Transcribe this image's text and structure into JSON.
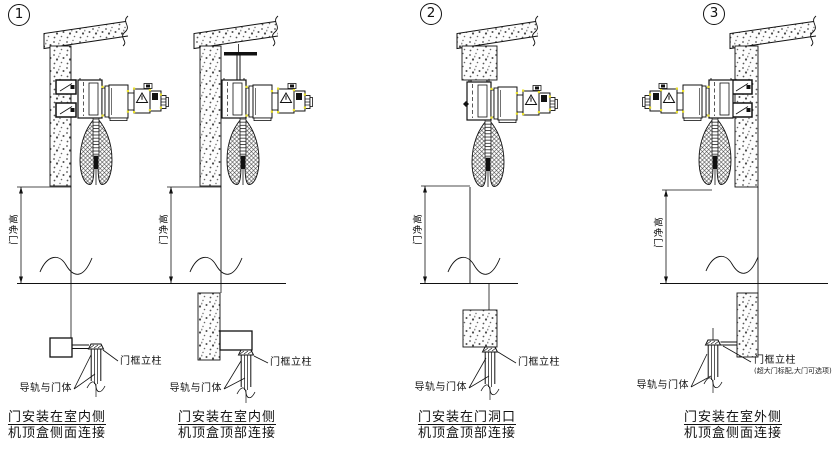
{
  "figure": {
    "background": "#ffffff",
    "line_color": "#111111",
    "accent_color": "#e9df2b",
    "panel_numbers": [
      {
        "label": "1"
      },
      {
        "label": "2"
      },
      {
        "label": "3"
      }
    ],
    "panels": [
      {
        "dim_label": "门净高",
        "frame_label": "门框立柱",
        "rail_label": "导轨与门体",
        "caption_line1": "门安装在室内侧",
        "caption_line2": "机顶盒侧面连接"
      },
      {
        "dim_label": "门净高",
        "frame_label": "门框立柱",
        "rail_label": "导轨与门体",
        "caption_line1": "门安装在室内侧",
        "caption_line2": "机顶盒顶部连接"
      },
      {
        "dim_label": "门净高",
        "frame_label": "门框立柱",
        "rail_label": "导轨与门体",
        "caption_line1": "门安装在门洞口",
        "caption_line2": "机顶盒顶部连接"
      },
      {
        "dim_label": "门净高",
        "frame_label": "门框立柱",
        "frame_note": "(超大门标配,大门可选项)",
        "rail_label": "导轨与门体",
        "caption_line1": "门安装在室外侧",
        "caption_line2": "机顶盒侧面连接"
      }
    ]
  }
}
